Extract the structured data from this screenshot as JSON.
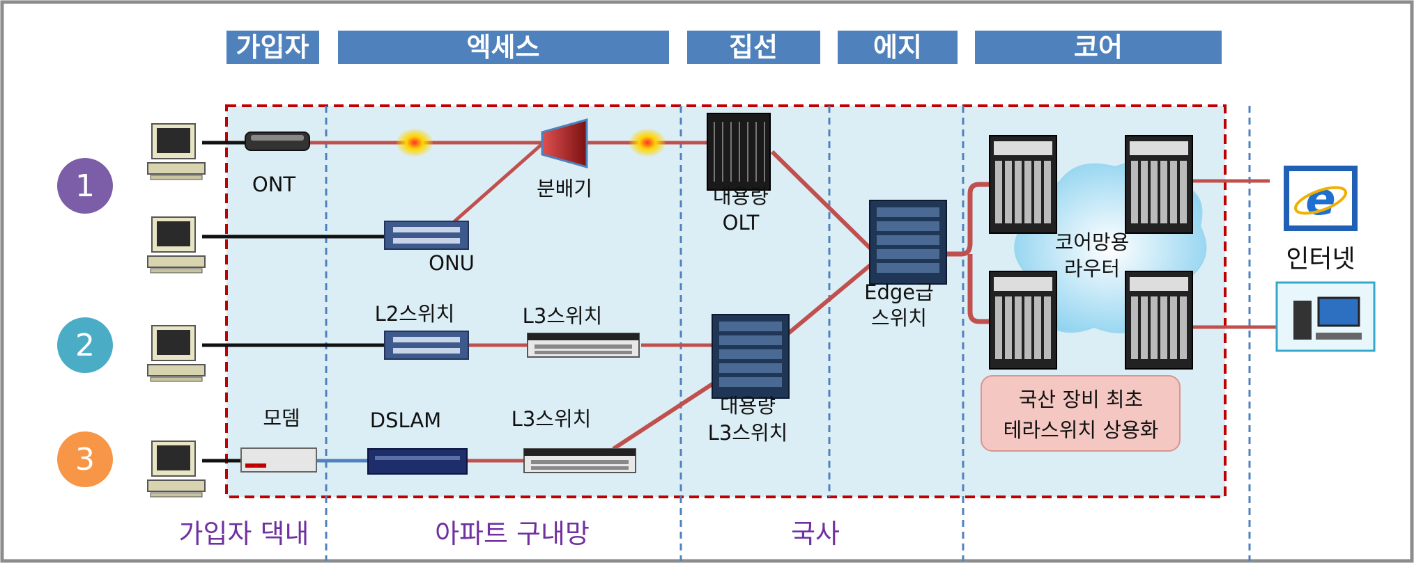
{
  "headers": [
    "가입자",
    "엑세스",
    "집선",
    "에지",
    "코어"
  ],
  "labels": {
    "ont": "ONT",
    "onu": "ONU",
    "splitter": "분배기",
    "olt_line1": "대용량",
    "olt_line2": "OLT",
    "l2switch": "L2스위치",
    "l3switch_a": "L3스위치",
    "modem": "모뎀",
    "dslam": "DSLAM",
    "l3switch_b": "L3스위치",
    "big_l3_line1": "대용량",
    "big_l3_line2": "L3스위치",
    "edge_line1": "Edge급",
    "edge_line2": "스위치",
    "core_line1": "코어망용",
    "core_line2": "라우터",
    "internet": "인터넷",
    "callout_line1": "국산 장비 최초",
    "callout_line2": "테라스위치 상용화"
  },
  "markers": [
    "1",
    "2",
    "3"
  ],
  "zones": [
    "가입자 댁내",
    "아파트 구내망",
    "국사"
  ],
  "colors": {
    "header_bg": "#4f81bd",
    "panel_bg": "#dceef5",
    "dash_red": "#c00000",
    "dash_blue": "#4f81bd",
    "link_red": "#c0504d",
    "marker_1": "#7b5ea7",
    "marker_2": "#4bacc6",
    "marker_3": "#f79646",
    "zone_text": "#7030a0",
    "callout_bg": "#f4c7c3"
  }
}
